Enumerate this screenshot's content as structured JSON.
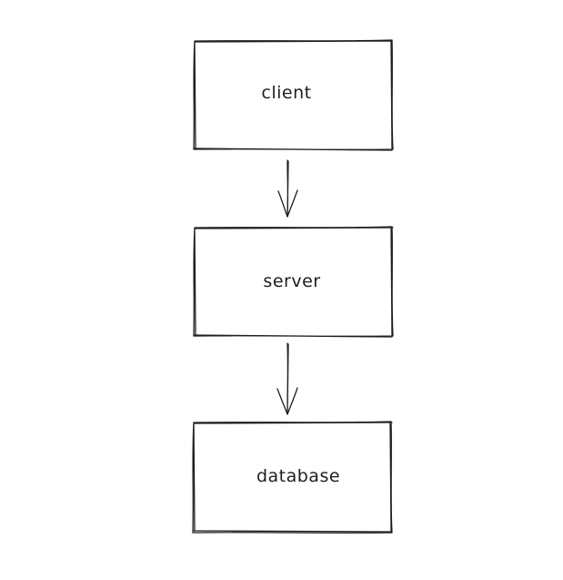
{
  "diagram": {
    "nodes": [
      {
        "id": "client",
        "label": "client"
      },
      {
        "id": "server",
        "label": "server"
      },
      {
        "id": "database",
        "label": "database"
      }
    ],
    "edges": [
      {
        "from": "client",
        "to": "server"
      },
      {
        "from": "server",
        "to": "database"
      }
    ],
    "colors": {
      "stroke": "#1e1e1e",
      "background": "#ffffff"
    }
  }
}
